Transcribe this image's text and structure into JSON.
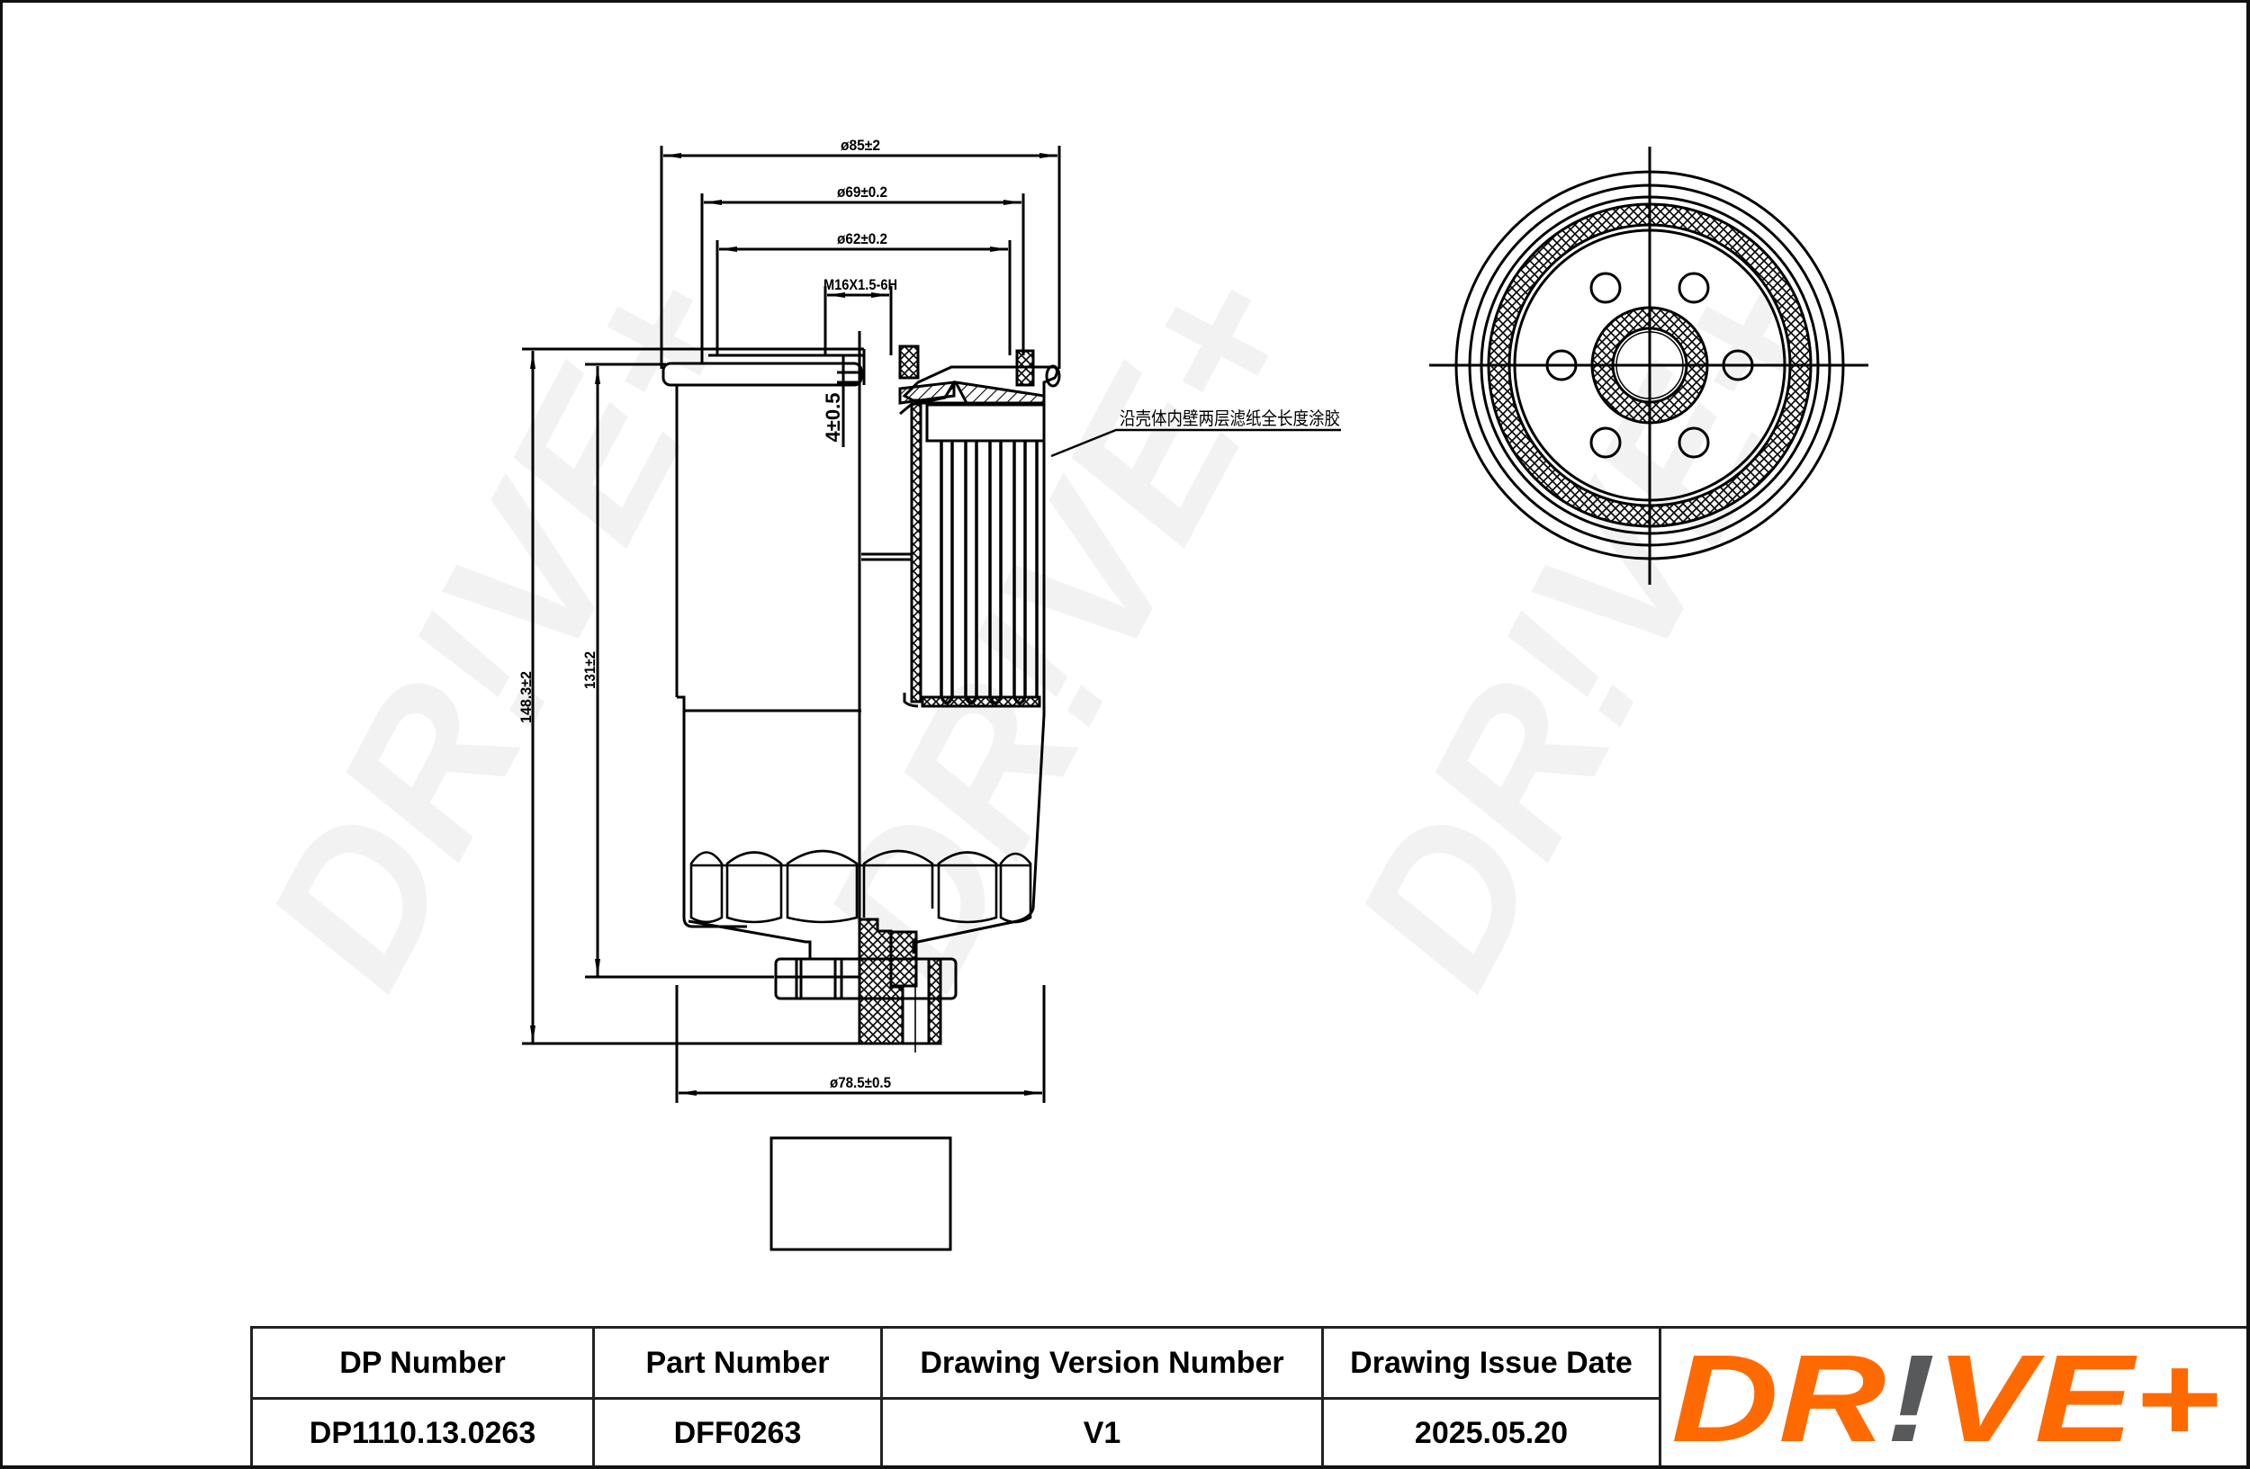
{
  "drawing": {
    "side_view": {
      "dimensions": {
        "outer_diameter_top": "ø85±2",
        "gasket_outer_diameter": "ø69±0.2",
        "gasket_inner_diameter": "ø62±0.2",
        "thread": "M16X1.5-6H",
        "thread_depth": "4±0.5",
        "total_height": "148.3±2",
        "body_height": "131±2",
        "body_diameter": "ø78.5±0.5"
      },
      "annotation": "沿壳体内壁两层滤纸全长度涂胶"
    },
    "top_view": {
      "holes": 6
    },
    "watermark": "DR!VE+",
    "watermark_color": "#f2f2f2"
  },
  "title_block": {
    "headers": [
      "DP Number",
      "Part Number",
      "Drawing Version Number",
      "Drawing Issue Date"
    ],
    "values": [
      "DP1110.13.0263",
      "DFF0263",
      "V1",
      "2025.05.20"
    ],
    "logo": {
      "text_left": "DR",
      "text_bang": "!",
      "text_right": "VE+",
      "primary_color": "#ff6a00",
      "secondary_color": "#58595b"
    }
  }
}
